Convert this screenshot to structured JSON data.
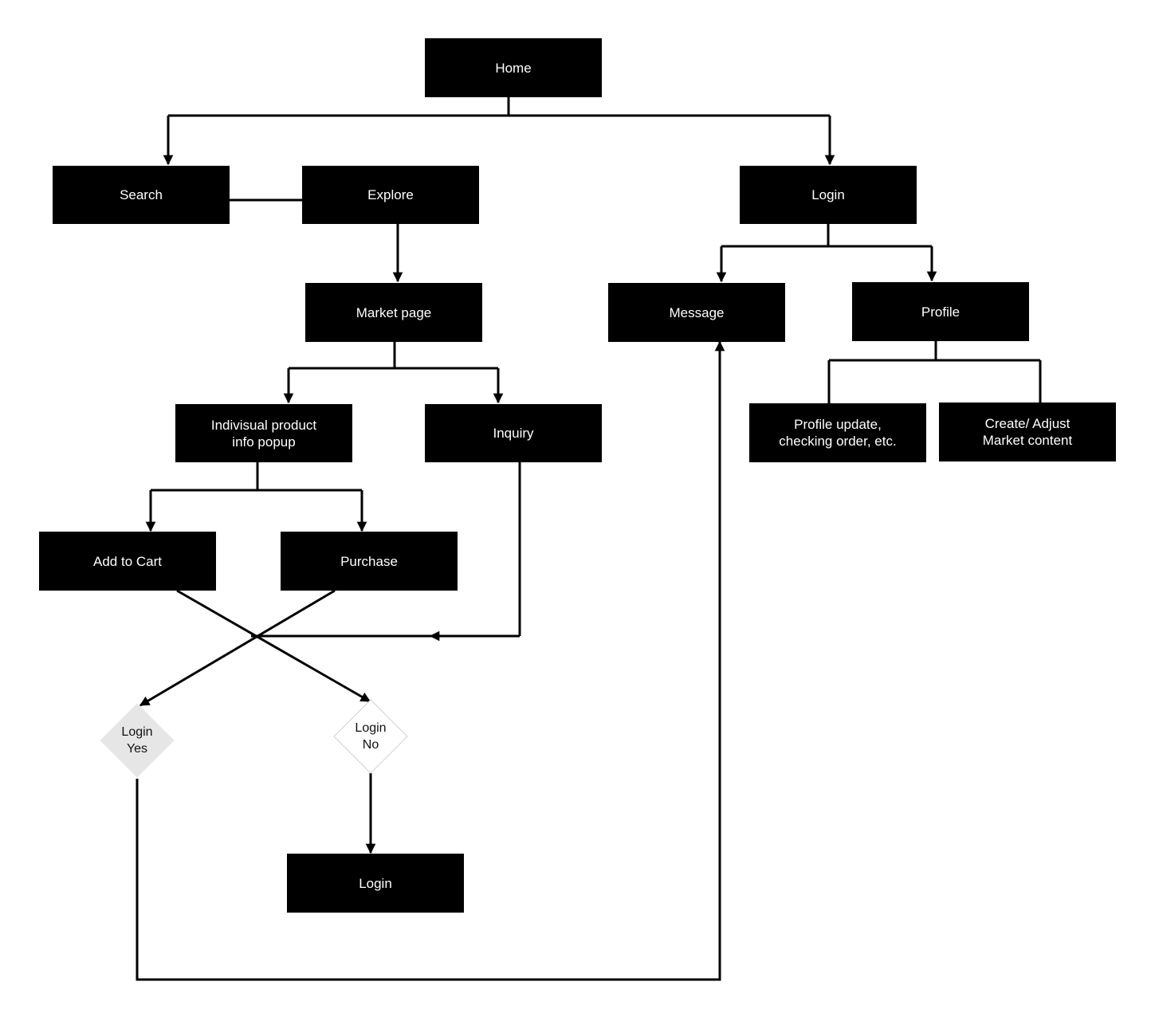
{
  "nodes": {
    "home": "Home",
    "search": "Search",
    "explore": "Explore",
    "login_top": "Login",
    "market_page": "Market page",
    "message": "Message",
    "profile": "Profile",
    "product_popup": "Indivisual product\ninfo popup",
    "inquiry": "Inquiry",
    "profile_update": "Profile update,\nchecking order, etc.",
    "create_adjust": "Create/ Adjust\nMarket content",
    "add_to_cart": "Add to Cart",
    "purchase": "Purchase",
    "login_bottom": "Login"
  },
  "decisions": {
    "login_yes": "Login\nYes",
    "login_no": "Login\nNo"
  },
  "colors": {
    "node_fill": "#000000",
    "node_text": "#ffffff",
    "connector": "#000000",
    "decision_yes_fill": "#e6e6e6",
    "decision_no_fill": "#ffffff"
  }
}
